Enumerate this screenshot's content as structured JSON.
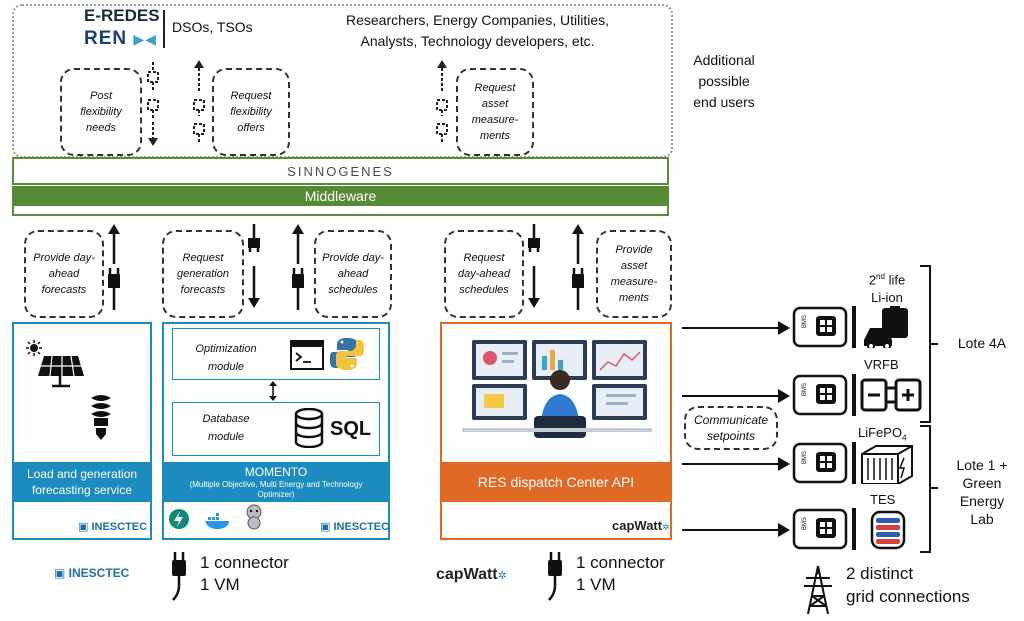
{
  "top": {
    "eredes": "E-REDES",
    "ren": "REN",
    "dsos": "DSOs, TSOs",
    "researchers_line1": "Researchers, Energy Companies, Utilities,",
    "researchers_line2": "Analysts, Technology developers, etc.",
    "additional_line1": "Additional",
    "additional_line2": "possible",
    "additional_line3": "end users",
    "post_flex": "Post flexibility needs",
    "request_flex": "Request flexibility offers",
    "request_asset": "Request asset measure-ments"
  },
  "middleware": {
    "brand": "SINNOGENES",
    "label": "Middleware"
  },
  "links": {
    "provide_forecasts": "Provide day-ahead forecasts",
    "request_gen_forecasts": "Request generation forecasts",
    "provide_schedules": "Provide day-ahead schedules",
    "request_schedules": "Request day-ahead schedules",
    "provide_asset": "Provide asset measure-ments"
  },
  "services": {
    "load_title_line1": "Load and generation",
    "load_title_line2": "forecasting service",
    "inesctec": "INESCTEC",
    "optim_line1": "Optimization",
    "optim_line2": "module",
    "db_line1": "Database",
    "db_line2": "module",
    "sql": "SQL",
    "momento_title": "MOMENTO",
    "momento_sub": "(Multiple Objective, Multi Energy and Technology Optimizer)",
    "res_title": "RES dispatch Center API",
    "capwatt": "capWatt"
  },
  "bottom": {
    "inesctec": "INESCTEC",
    "capwatt": "capWatt",
    "connector": "1 connector",
    "vm": "1 VM"
  },
  "right": {
    "second_life": "2",
    "second_life_sup": "nd",
    "second_life_rest": " life",
    "liion": "Li-ion",
    "vrfb": "VRFB",
    "lifepo4_main": "LiFePO",
    "lifepo4_sub": "4",
    "tes": "TES",
    "communicate": "Communicate setpoints",
    "lote4a": "Lote 4A",
    "lote1_line1": "Lote 1 +",
    "lote1_line2": "Green",
    "lote1_line3": "Energy",
    "lote1_line4": "Lab",
    "grid_line1": "2 distinct",
    "grid_line2": "grid connections",
    "bms": "BMS"
  }
}
